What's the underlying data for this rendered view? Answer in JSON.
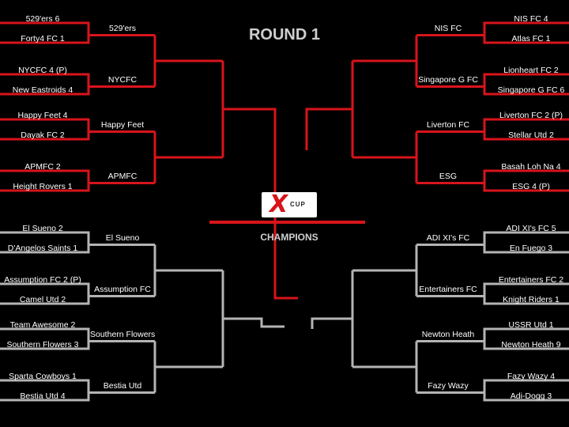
{
  "title": "ROUND 1",
  "champions_label": "CHAMPIONS",
  "logo": {
    "mark": "X",
    "text": "CUP"
  },
  "colors": {
    "top_bracket": "#d8141b",
    "bottom_bracket": "#b4b4b4",
    "background": "#000000"
  },
  "top_left": {
    "matches": [
      {
        "home": "529'ers",
        "home_score": "6",
        "away": "Forty4 FC",
        "away_score": "1",
        "winner": "529'ers"
      },
      {
        "home": "NYCFC",
        "home_score": "4 (P)",
        "away": "New Eastroids",
        "away_score": "4",
        "winner": "NYCFC"
      },
      {
        "home": "Happy Feet",
        "home_score": "4",
        "away": "Dayak FC",
        "away_score": "2",
        "winner": "Happy Feet"
      },
      {
        "home": "APMFC",
        "home_score": "2",
        "away": "Height Rovers",
        "away_score": "1",
        "winner": "APMFC"
      }
    ]
  },
  "top_right": {
    "matches": [
      {
        "home": "NIS FC",
        "home_score": "4",
        "away": "Atlas FC",
        "away_score": "1",
        "winner": "NIS FC"
      },
      {
        "home": "Lionheart FC",
        "home_score": "2",
        "away": "Singapore G FC",
        "away_score": "6",
        "winner": "Singapore G FC"
      },
      {
        "home": "Liverton FC",
        "home_score": "2 (P)",
        "away": "Stellar Utd",
        "away_score": "2",
        "winner": "Liverton FC"
      },
      {
        "home": "Basah Loh Na",
        "home_score": "4",
        "away": "ESG",
        "away_score": "4 (P)",
        "winner": "ESG"
      }
    ]
  },
  "bottom_left": {
    "matches": [
      {
        "home": "El Sueno",
        "home_score": "2",
        "away": "D'Angelos Saints",
        "away_score": "1",
        "winner": "El Sueno"
      },
      {
        "home": "Assumption FC",
        "home_score": "2 (P)",
        "away": "Camel Utd",
        "away_score": "2",
        "winner": "Assumption FC"
      },
      {
        "home": "Team Awesome",
        "home_score": "2",
        "away": "Southern Flowers",
        "away_score": "3",
        "winner": "Southern Flowers"
      },
      {
        "home": "Sparta Cowboys",
        "home_score": "1",
        "away": "Bestia Utd",
        "away_score": "4",
        "winner": "Bestia Utd"
      }
    ]
  },
  "bottom_right": {
    "matches": [
      {
        "home": "ADI XI's FC",
        "home_score": "5",
        "away": "En Fuego",
        "away_score": "3",
        "winner": "ADI XI's FC"
      },
      {
        "home": "Entertainers FC",
        "home_score": "2",
        "away": "Knight Riders",
        "away_score": "1",
        "winner": "Entertainers FC"
      },
      {
        "home": "USSR Utd",
        "home_score": "1",
        "away": "Newton Heath",
        "away_score": "9",
        "winner": "Newton Heath"
      },
      {
        "home": "Fazy Wazy",
        "home_score": "4",
        "away": "Adi-Dogg",
        "away_score": "3",
        "winner": "Fazy Wazy"
      }
    ]
  }
}
